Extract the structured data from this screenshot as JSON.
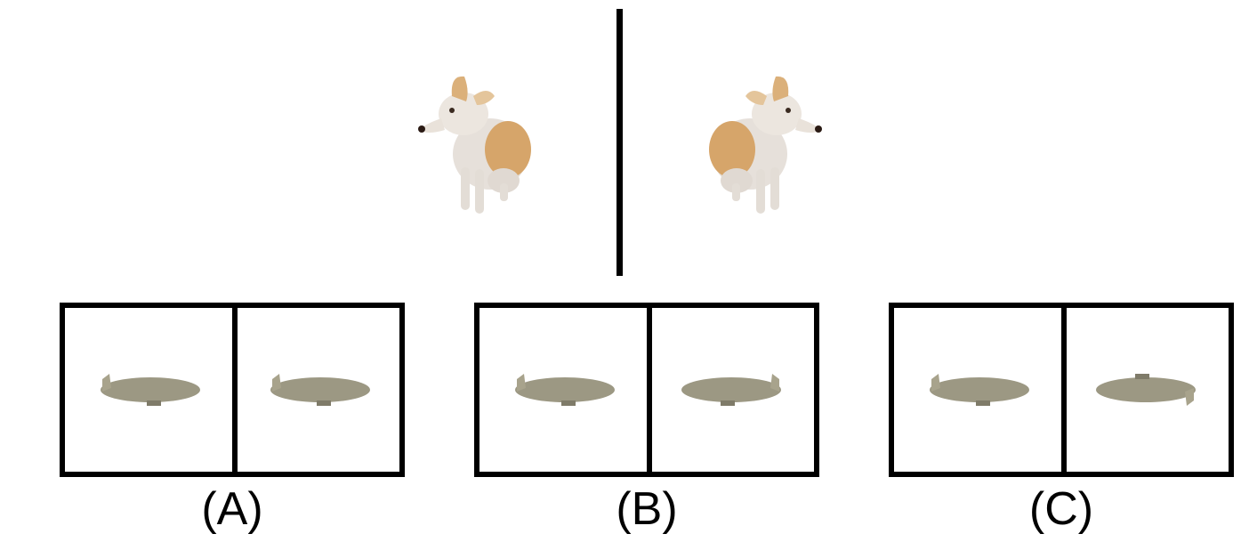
{
  "options": {
    "a": {
      "label": "(A)"
    },
    "b": {
      "label": "(B)"
    },
    "c": {
      "label": "(C)"
    }
  },
  "colors": {
    "divider": "#000000",
    "blimp_body": "#9c9883",
    "blimp_shadow": "#7f7b69",
    "dog_fur_light": "#e8e2dc",
    "dog_fur_tan": "#d4a366"
  }
}
